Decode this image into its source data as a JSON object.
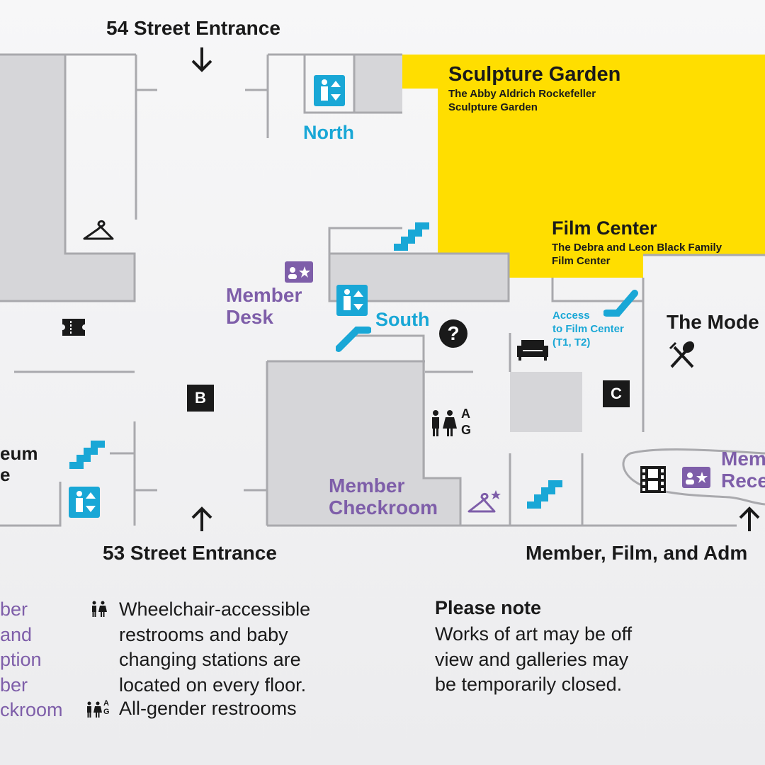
{
  "entrances": {
    "north_top": "54 Street Entrance",
    "south_bottom": "53 Street Entrance",
    "member_film_admin": "Member, Film, and Adm"
  },
  "areas": {
    "sculpture_garden": {
      "title": "Sculpture Garden",
      "subtitle_line1": "The Abby Aldrich Rockefeller",
      "subtitle_line2": "Sculpture Garden"
    },
    "film_center": {
      "title": "Film Center",
      "subtitle_line1": "The Debra and Leon Black Family",
      "subtitle_line2": "Film Center"
    },
    "the_modern": "The Mode",
    "museum_store_line1": "eum",
    "museum_store_line2": "e"
  },
  "elevators": {
    "north": "North",
    "south": "South"
  },
  "member": {
    "desk_line1": "Member",
    "desk_line2": "Desk",
    "checkroom_line1": "Member",
    "checkroom_line2": "Checkroom",
    "reception_line1": "Mem",
    "reception_line2": "Rece"
  },
  "film_access": {
    "line1": "Access",
    "line2": "to Film Center",
    "line3": "(T1, T2)"
  },
  "zone_labels": {
    "b": "B",
    "c": "C"
  },
  "info_symbol": "?",
  "restroom_symbol": {
    "letter_a": "A",
    "letter_g": "G"
  },
  "legend": {
    "left_partial": [
      "ber",
      "and",
      "ption",
      "ber",
      "ckroom"
    ],
    "wheelchair_text": [
      "Wheelchair-accessible",
      "restrooms and baby",
      "changing stations are",
      "located on every floor."
    ],
    "all_gender_text": "All-gender restrooms",
    "all_gender_symbol": {
      "letter_a": "A",
      "letter_g": "G"
    }
  },
  "note": {
    "title": "Please note",
    "lines": [
      "Works of art may be off",
      "view and galleries may",
      "be temporarily closed."
    ]
  },
  "colors": {
    "yellow": "#ffde00",
    "blue": "#19a7d6",
    "purple": "#7e5ea9",
    "wall": "#a9a9ad",
    "block": "#d6d6d9",
    "black": "#1a1a1a"
  }
}
